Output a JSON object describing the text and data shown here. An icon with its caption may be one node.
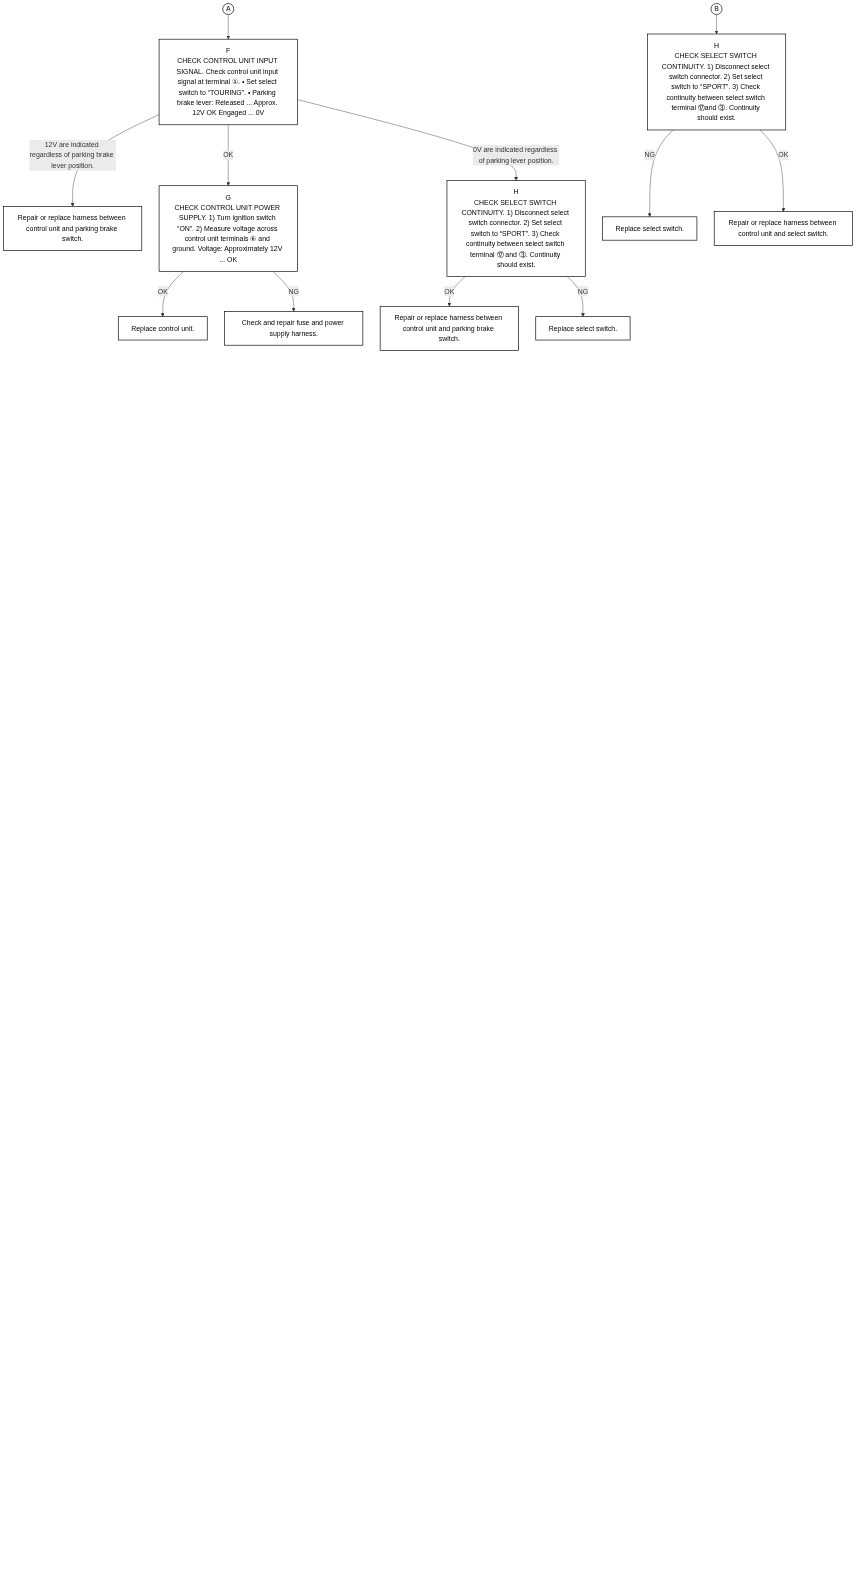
{
  "diagram": {
    "nodes": [
      {
        "text": [
          "A"
        ]
      },
      {
        "text": [
          "F",
          "CHECK CONTROL UNIT INPUT SIGNAL. Check control unit input signal at terminal ①. • Set select switch to “TOURING”. • Parking brake lever: Released ... Approx. 12V OK Engaged ... 0V"
        ]
      },
      {
        "text": [
          "Repair or replace harness between control unit and parking brake switch."
        ]
      },
      {
        "text": [
          "G",
          "CHECK CONTROL UNIT POWER SUPPLY. 1) Turn ignition switch “ON”. 2) Measure voltage across control unit terminals ⑥ and ground. Voltage: Approximately 12V ... OK"
        ]
      },
      {
        "text": [
          "H",
          "CHECK SELECT SWITCH CONTINUITY. 1) Disconnect select switch connector. 2) Set select switch to “SPORT”. 3) Check continuity between select switch terminal ⑰ and ③. Continuity should exist."
        ]
      },
      {
        "text": [
          "Replace control unit."
        ]
      },
      {
        "text": [
          "Replace select switch."
        ]
      },
      {
        "text": [
          "Check and repair fuse and power supply harness."
        ]
      },
      {
        "text": [
          "Repair or replace harness between control unit and parking brake switch."
        ]
      },
      {
        "text": [
          "B"
        ]
      },
      {
        "text": [
          "H",
          "CHECK SELECT SWITCH CONTINUITY. 1) Disconnect select switch connector. 2) Set select switch to “SPORT”. 3) Check continuity between select switch terminal ⑰and ③. Continuity should exist."
        ]
      },
      {
        "text": [
          "Replace select switch."
        ]
      },
      {
        "text": [
          "Repair or replace harness between control unit and select switch."
        ]
      }
    ],
    "edges": [
      {
        "from": 0,
        "to": 1,
        "arrow": "to"
      },
      {
        "from": 1,
        "to": 2,
        "arrow": "to",
        "label": "12V are indicated regardless of parking brake lever position."
      },
      {
        "from": 1,
        "to": 3,
        "arrow": "to",
        "label": "OK"
      },
      {
        "from": 1,
        "to": 4,
        "arrow": "to",
        "label": "0V are indicated regardless of parking lever position."
      },
      {
        "from": 3,
        "to": 5,
        "arrow": "to",
        "label": "OK"
      },
      {
        "from": 3,
        "to": 7,
        "arrow": "to",
        "label": "NG"
      },
      {
        "from": 4,
        "to": 8,
        "arrow": "to",
        "label": "OK"
      },
      {
        "from": 4,
        "to": 6,
        "arrow": "to",
        "label": "NG"
      },
      {
        "from": 9,
        "to": 10,
        "arrow": "to"
      },
      {
        "from": 10,
        "to": 11,
        "arrow": "to",
        "label": "NG"
      },
      {
        "from": 10,
        "to": 12,
        "arrow": "to",
        "label": "OK"
      }
    ]
  }
}
